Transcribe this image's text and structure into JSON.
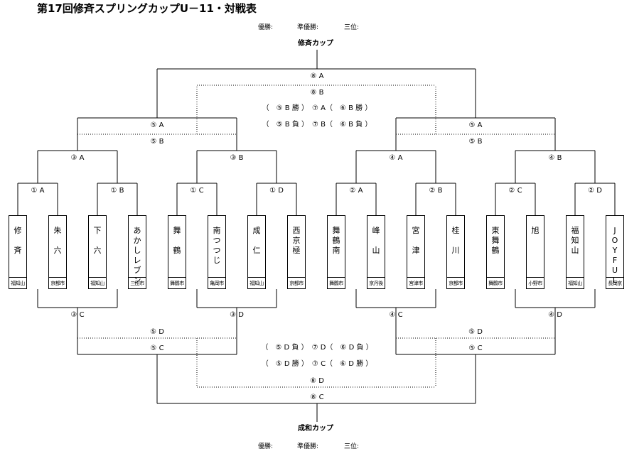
{
  "title": "第17回修斉スプリングカップU－11・対戦表",
  "results_top": {
    "winner": "優勝:",
    "runner_up": "準優勝:",
    "third": "三位:"
  },
  "results_bottom": {
    "winner": "優勝:",
    "runner_up": "準優勝:",
    "third": "三位:"
  },
  "cup_top": "修斉カップ",
  "cup_bottom": "成和カップ",
  "teams": [
    {
      "name": "修\n\n斉",
      "location": "福知山"
    },
    {
      "name": "朱\n\n六",
      "location": "京都市"
    },
    {
      "name": "下\n\n六",
      "location": "福知山"
    },
    {
      "name": "あ\nか\nし\nレ\nブ\nン",
      "location": "三田市"
    },
    {
      "name": "舞\n\n鶴",
      "location": "舞鶴市"
    },
    {
      "name": "南\nつ\nつ\nじ",
      "location": "亀岡市"
    },
    {
      "name": "成\n\n仁",
      "location": "福知山"
    },
    {
      "name": "西\n京\n極",
      "location": "京都市"
    },
    {
      "name": "舞\n鶴\n南",
      "location": "舞鶴市"
    },
    {
      "name": "峰\n\n山",
      "location": "京丹後"
    },
    {
      "name": "宮\n\n津",
      "location": "宮津市"
    },
    {
      "name": "桂\n\n川",
      "location": "京都市"
    },
    {
      "name": "東\n舞\n鶴",
      "location": "舞鶴市"
    },
    {
      "name": "旭",
      "location": "小野市"
    },
    {
      "name": "福\n知\n山",
      "location": "福知山"
    },
    {
      "name": "J\nO\nY\nF\nU\nL",
      "location": "長岡京"
    }
  ],
  "labels": {
    "r1": [
      "① A",
      "① B",
      "① C",
      "① D",
      "② A",
      "② B",
      "② C",
      "② D"
    ],
    "r2_winners": [
      "③ A",
      "③ B",
      "④ A",
      "④ B"
    ],
    "r2_losers": [
      "③ C",
      "③ D",
      "④ C",
      "④ D"
    ],
    "r3_top": [
      "⑤ A",
      "⑤ B",
      "⑤ A",
      "⑤ B"
    ],
    "r3_bottom": [
      "⑤ D",
      "⑤ C",
      "⑤ D",
      "⑤ C"
    ],
    "final_top": [
      "⑧ A",
      "⑧ B"
    ],
    "final_bottom": [
      "⑧ D",
      "⑧ C"
    ],
    "mid_top": [
      "（　⑤ B 勝 ）　⑦ A（　⑥ B 勝 ）",
      "（　⑤ B 負 ）　⑦ B（　⑥ B 負 ）"
    ],
    "mid_bottom": [
      "（　⑤ D 負 ）　⑦ D（　⑥ D 負 ）",
      "（　⑤ D 勝 ）　⑦ C（　⑥ D 勝 ）"
    ]
  }
}
